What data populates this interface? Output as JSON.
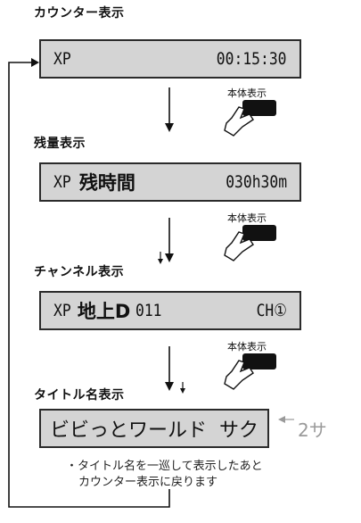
{
  "sections": [
    {
      "title": "カウンター表示",
      "lcd": {
        "left": "XP",
        "right": "00:15:30"
      }
    },
    {
      "title": "残量表示",
      "lcd": {
        "left": "XP",
        "middle": "残時間",
        "right": "030h30m"
      }
    },
    {
      "title": "チャンネル表示",
      "lcd": {
        "left": "XP",
        "middle": "地上D",
        "number": "011",
        "ch": "CH①"
      }
    },
    {
      "title": "タイトル名表示",
      "lcd": {
        "text": "ビビっとワールド",
        "scroll": "サク",
        "overflow": "2サ"
      }
    }
  ],
  "button_label": "本体表示",
  "note": {
    "line1": "・タイトル名を一巡して表示したあと",
    "line2": "カウンター表示に戻ります"
  },
  "colors": {
    "lcd_bg": "#d4d4d4",
    "ghost": "#9a9a9a"
  }
}
